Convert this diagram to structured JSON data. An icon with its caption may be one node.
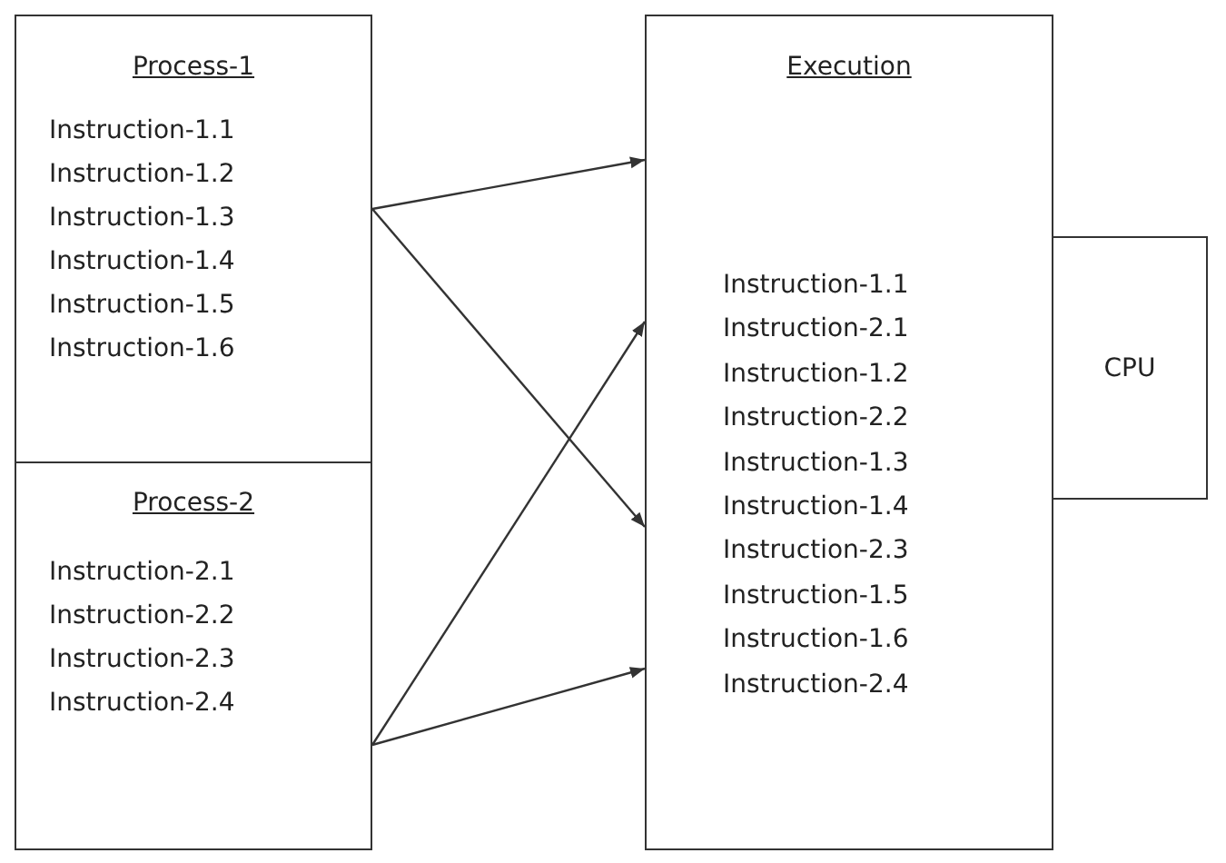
{
  "diagram": {
    "nodes": [
      {
        "text": [
          "Process-1",
          "Instruction-1.1",
          "Instruction-1.2",
          "Instruction-1.3",
          "Instruction-1.4",
          "Instruction-1.5",
          "Instruction-1.6"
        ]
      },
      {
        "text": [
          "Process-2",
          "Instruction-2.1",
          "Instruction-2.2",
          "Instruction-2.3",
          "Instruction-2.4"
        ]
      },
      {
        "text": [
          "Execution",
          "Instruction-1.1",
          "Instruction-2.1",
          "Instruction-1.2",
          "Instruction-2.2",
          "Instruction-1.3",
          "Instruction-1.4",
          "Instruction-2.3",
          "Instruction-1.5",
          "Instruction-1.6",
          "Instruction-2.4"
        ]
      },
      {
        "text": [
          "CPU"
        ]
      }
    ],
    "edges": [
      {
        "from": 0,
        "to": 2,
        "arrow": "to"
      },
      {
        "from": 0,
        "to": 2,
        "arrow": "to"
      },
      {
        "from": 1,
        "to": 2,
        "arrow": "to"
      },
      {
        "from": 1,
        "to": 2,
        "arrow": "to"
      }
    ]
  }
}
